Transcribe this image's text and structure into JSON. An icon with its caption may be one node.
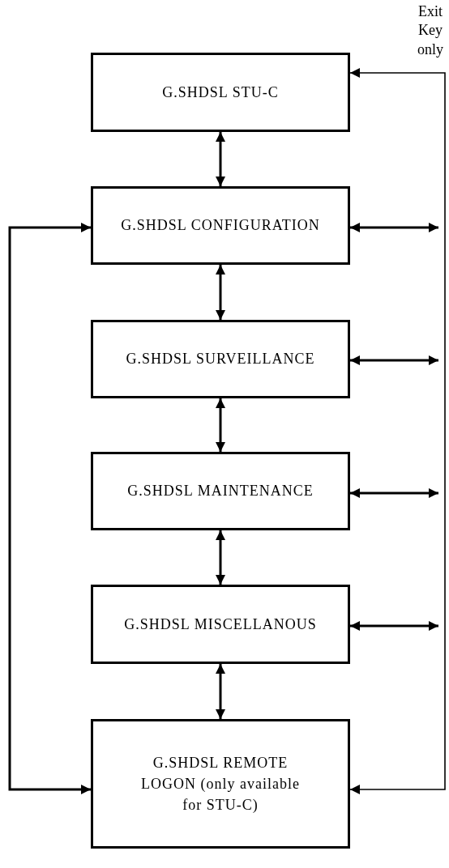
{
  "diagram": {
    "nodes": [
      {
        "text": [
          "G.SHDSL STU-C"
        ]
      },
      {
        "text": [
          "G.SHDSL CONFIGURATION"
        ]
      },
      {
        "text": [
          "G.SHDSL SURVEILLANCE"
        ]
      },
      {
        "text": [
          "G.SHDSL MAINTENANCE"
        ]
      },
      {
        "text": [
          "G.SHDSL MISCELLANOUS"
        ]
      },
      {
        "text": [
          "G.SHDSL REMOTE LOGON (only available for STU-C)"
        ]
      }
    ],
    "edges": [
      {
        "from": 0,
        "to": 1,
        "arrow": "both"
      },
      {
        "from": 1,
        "to": 2,
        "arrow": "both"
      },
      {
        "from": 2,
        "to": 3,
        "arrow": "both"
      },
      {
        "from": 3,
        "to": 4,
        "arrow": "both"
      },
      {
        "from": 4,
        "to": 5,
        "arrow": "both"
      },
      {
        "from": 1,
        "to": null,
        "arrow": "both"
      },
      {
        "from": 2,
        "to": null,
        "arrow": "both"
      },
      {
        "from": 3,
        "to": null,
        "arrow": "both"
      },
      {
        "from": 4,
        "to": null,
        "arrow": "both"
      },
      {
        "from": 5,
        "to": 0,
        "arrow": "both"
      },
      {
        "from": 5,
        "to": 1,
        "arrow": "both"
      }
    ],
    "labels": [
      "Exit Key only"
    ]
  }
}
